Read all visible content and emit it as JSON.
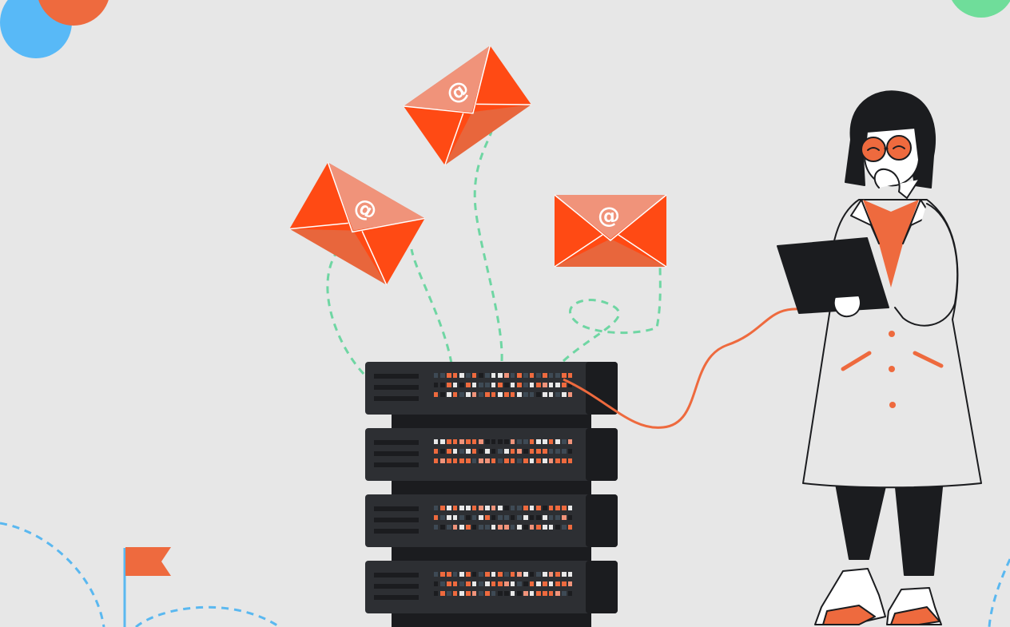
{
  "scene": {
    "description_free": true,
    "colors": {
      "background": "#e7e7e7",
      "accent_orange": "#ff4a14",
      "accent_orange_light": "#f0937a",
      "accent_orange_mid": "#e8663c",
      "server_dark": "#1b1c1f",
      "server_panel": "#2d2f33",
      "dash_green": "#6fd6a3",
      "dash_blue": "#5ab8f0",
      "circle_blue": "#58b9f7",
      "circle_orange": "#ee6a3e",
      "circle_green": "#6fdd9a",
      "flag": "#ee6a3e"
    },
    "envelopes": [
      {
        "symbol": "@",
        "icon": "email-envelope"
      },
      {
        "symbol": "@",
        "icon": "email-envelope"
      },
      {
        "symbol": "@",
        "icon": "email-envelope"
      }
    ],
    "server_units": 4,
    "person": {
      "icon": "person-with-tablet"
    }
  }
}
